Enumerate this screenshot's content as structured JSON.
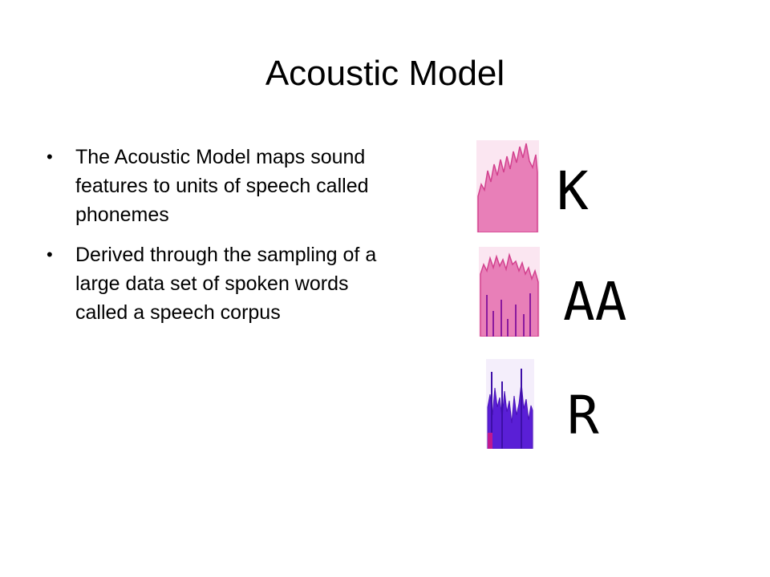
{
  "slide": {
    "title": "Acoustic Model",
    "bullets": [
      "The Acoustic Model maps sound features to units of speech called phonemes",
      "Derived through the sampling of a large data set of spoken words called a speech corpus"
    ]
  },
  "phonemes": [
    {
      "label": "K",
      "waveform_icon": "spectrogram-k-icon"
    },
    {
      "label": "AA",
      "waveform_icon": "spectrogram-aa-icon"
    },
    {
      "label": "R",
      "waveform_icon": "spectrogram-r-icon"
    }
  ],
  "colors": {
    "pink_fill": "#e87fb8",
    "pink_stroke": "#d2418e",
    "purple": "#5a1fd6",
    "magenta": "#c0188f"
  }
}
